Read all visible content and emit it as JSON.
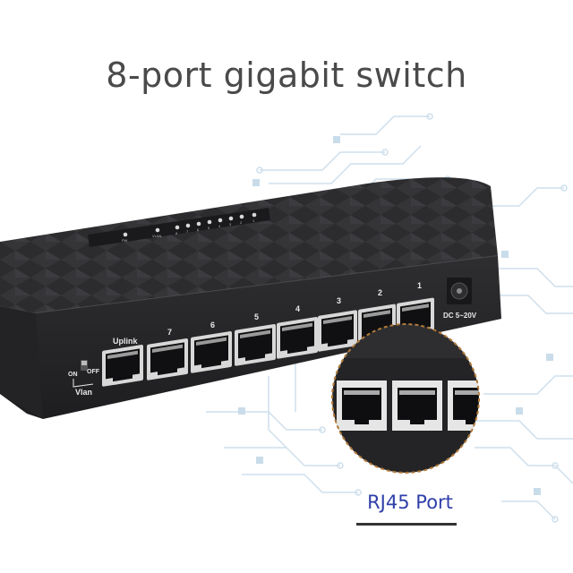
{
  "headline": "8-port gigabit switch",
  "device": {
    "port_labels": [
      "Uplink",
      "7",
      "6",
      "5",
      "4",
      "3",
      "2",
      "1"
    ],
    "power_label": "DC 5~20V",
    "switch_on": "ON",
    "switch_off": "OFF",
    "switch_name": "Vlan",
    "led_labels": [
      "PW",
      "VLAN",
      "8",
      "7",
      "6",
      "5",
      "4",
      "3",
      "2",
      "1"
    ]
  },
  "callout": {
    "label": "RJ45 Port"
  },
  "colors": {
    "chassis": "#2b2b2d",
    "circuit": "#c9dcea",
    "callout_border": "#b07a3a",
    "caption": "#2f3fa8"
  }
}
